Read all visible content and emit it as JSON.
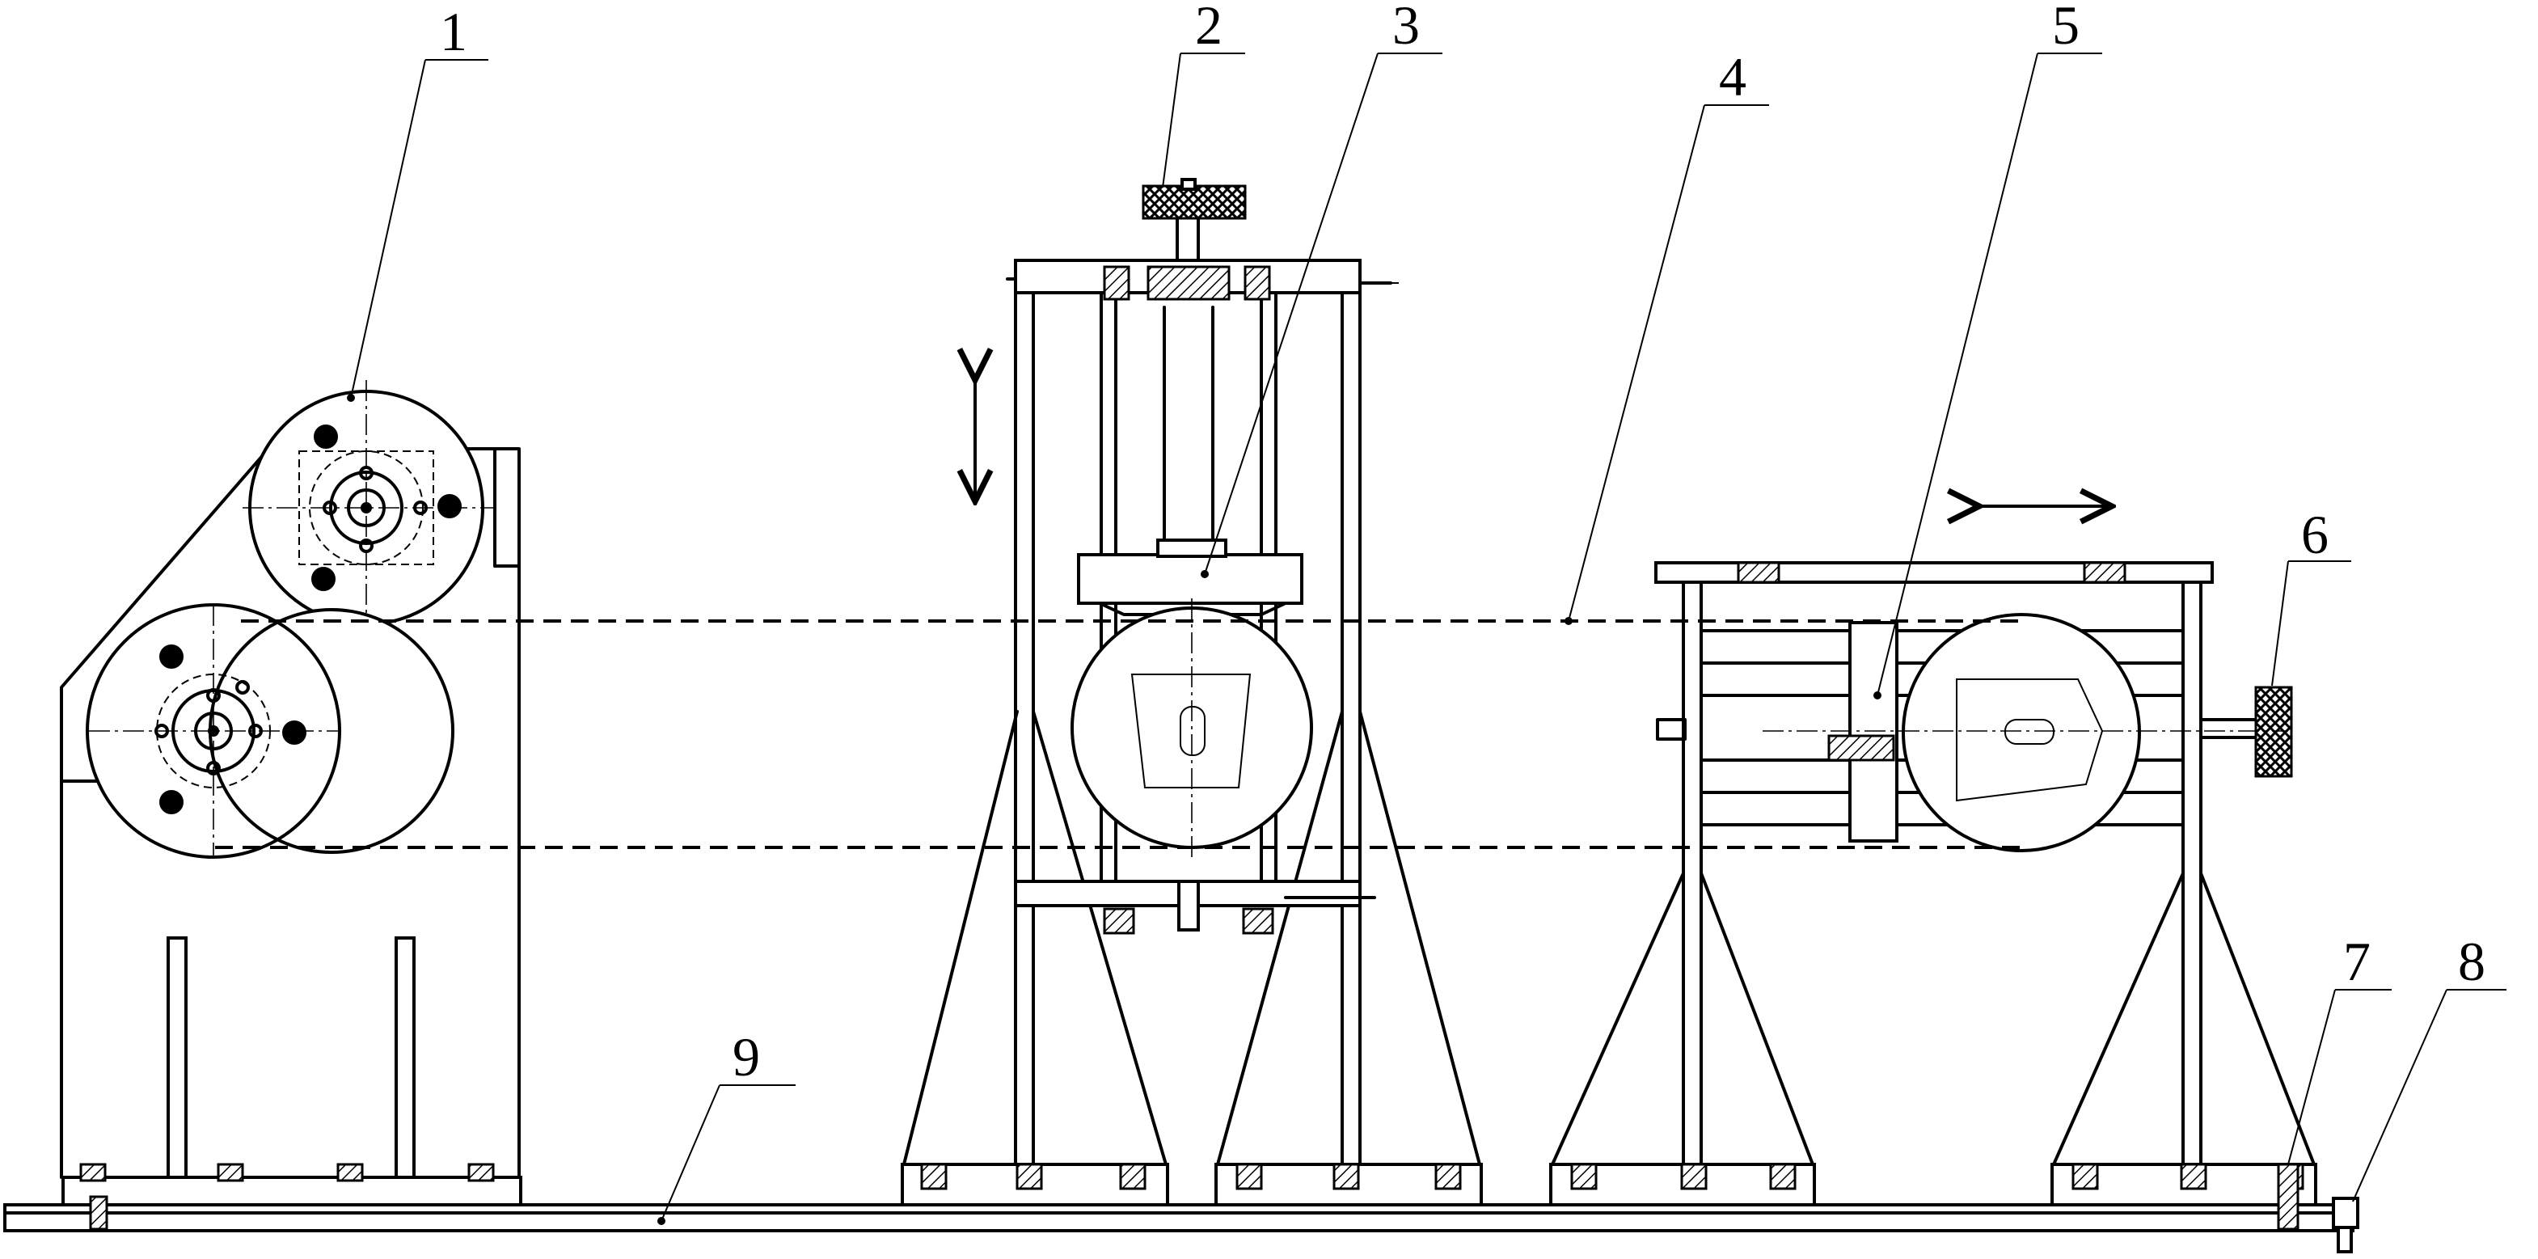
{
  "callouts": [
    {
      "id": "1",
      "text": "1"
    },
    {
      "id": "2",
      "text": "2"
    },
    {
      "id": "3",
      "text": "3"
    },
    {
      "id": "4",
      "text": "4"
    },
    {
      "id": "5",
      "text": "5"
    },
    {
      "id": "6",
      "text": "6"
    },
    {
      "id": "7",
      "text": "7"
    },
    {
      "id": "8",
      "text": "8"
    },
    {
      "id": "9",
      "text": "9"
    }
  ],
  "arrows": [
    {
      "id": "vertical-motion",
      "direction": "vertical"
    },
    {
      "id": "horizontal-motion",
      "direction": "horizontal"
    }
  ]
}
